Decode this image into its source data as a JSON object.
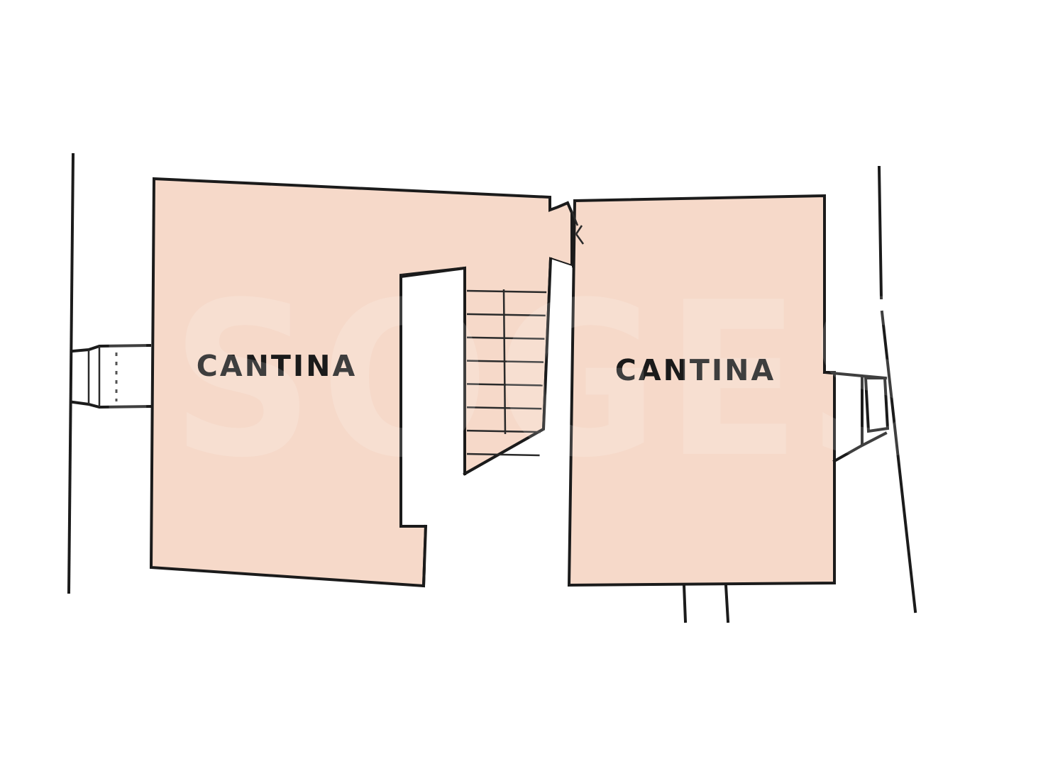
{
  "rooms": [
    {
      "label": "CANTINA",
      "fill": "#f6d9c9"
    },
    {
      "label": "CANTINA",
      "fill": "#f6d9c9"
    }
  ],
  "stair_steps": 7,
  "watermark": {
    "text": "ISOGES"
  },
  "colors": {
    "wall": "#1b1b1b",
    "background": "#ffffff",
    "room_fill": "#f6d9c9"
  }
}
